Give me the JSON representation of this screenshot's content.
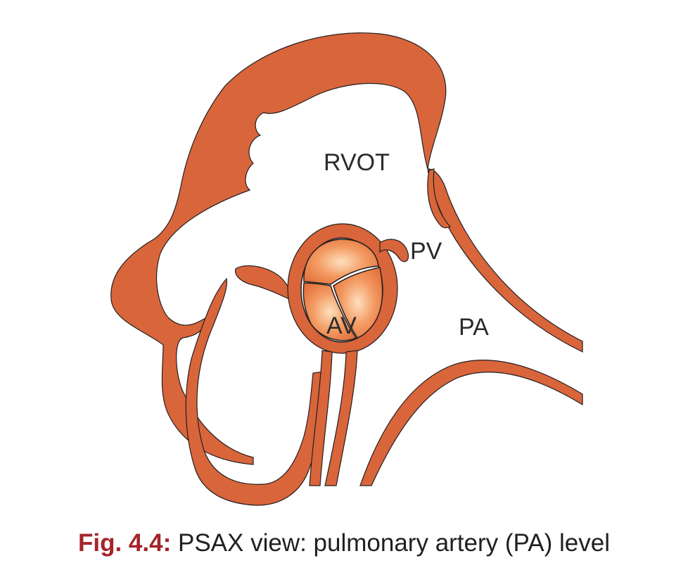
{
  "labels": {
    "rvot": "RVOT",
    "pv": "PV",
    "av": "AV",
    "pa": "PA"
  },
  "caption": {
    "number": "Fig. 4.4:",
    "text": "PSAX view: pulmonary artery (PA) level"
  },
  "colors": {
    "wall": "#d9653b",
    "outline": "#231f20",
    "cusp": "#ef8a55",
    "cusp_highlight": "#fbd3a6",
    "caption_number": "#a3252b"
  }
}
